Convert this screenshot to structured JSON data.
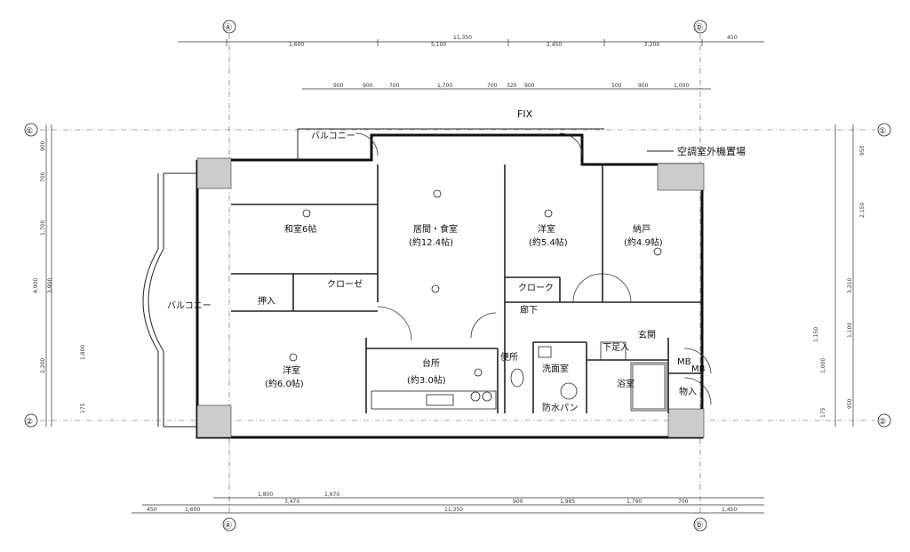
{
  "grid": {
    "col_left": "Ⓐ",
    "col_right": "Ⓓ",
    "row_top": "①",
    "row_bottom": "②"
  },
  "top_dims": {
    "row1": [
      "1,600",
      "5,100",
      "2,450",
      "2,200",
      "450"
    ],
    "row_total": "11,350",
    "row2": [
      "900",
      "900",
      "700",
      "1,700",
      "700",
      "320",
      "900",
      "500",
      "900",
      "1,000"
    ]
  },
  "bottom_dims": {
    "row1": [
      "1,800",
      "1,670"
    ],
    "row2": [
      "3,470",
      "900",
      "1,985",
      "1,790",
      "700"
    ],
    "row3": [
      "450",
      "1,600",
      "11,350",
      "1,450"
    ]
  },
  "left_dims": [
    "900",
    "700",
    "1,700",
    "4,900",
    "3,900",
    "1,800",
    "2,200",
    "175"
  ],
  "right_dims": [
    "950",
    "2,150",
    "3,210",
    "1,100",
    "1,150",
    "1,000",
    "950",
    "175"
  ],
  "labels": {
    "fix": "FIX",
    "aircon": "空調室外機置場",
    "balcony_top": "バルコニー",
    "balcony_left": "バルコニー",
    "washitsu": "和室6帖",
    "oshiire": "押入",
    "closet_left": "クローゼ",
    "yoshitsu_left": "洋室",
    "yoshitsu_left_size": "(約6.0帖)",
    "living": "居間・食室",
    "living_size": "(約12.4帖)",
    "kitchen": "台所",
    "kitchen_size": "(約3.0帖)",
    "yoshitsu_mid": "洋室",
    "yoshitsu_mid_size": "(約5.4帖)",
    "closet_mid": "クローク",
    "nando": "納戸",
    "nando_size": "(約4.9帖)",
    "rouka": "廊下",
    "genkan": "玄関",
    "shoes": "下足入",
    "toilet": "便所",
    "senmen": "洗面室",
    "furo": "浴室",
    "bohsui": "防水パン",
    "mb": "MB",
    "mb2": "MB",
    "oshiire_right": "物入"
  }
}
